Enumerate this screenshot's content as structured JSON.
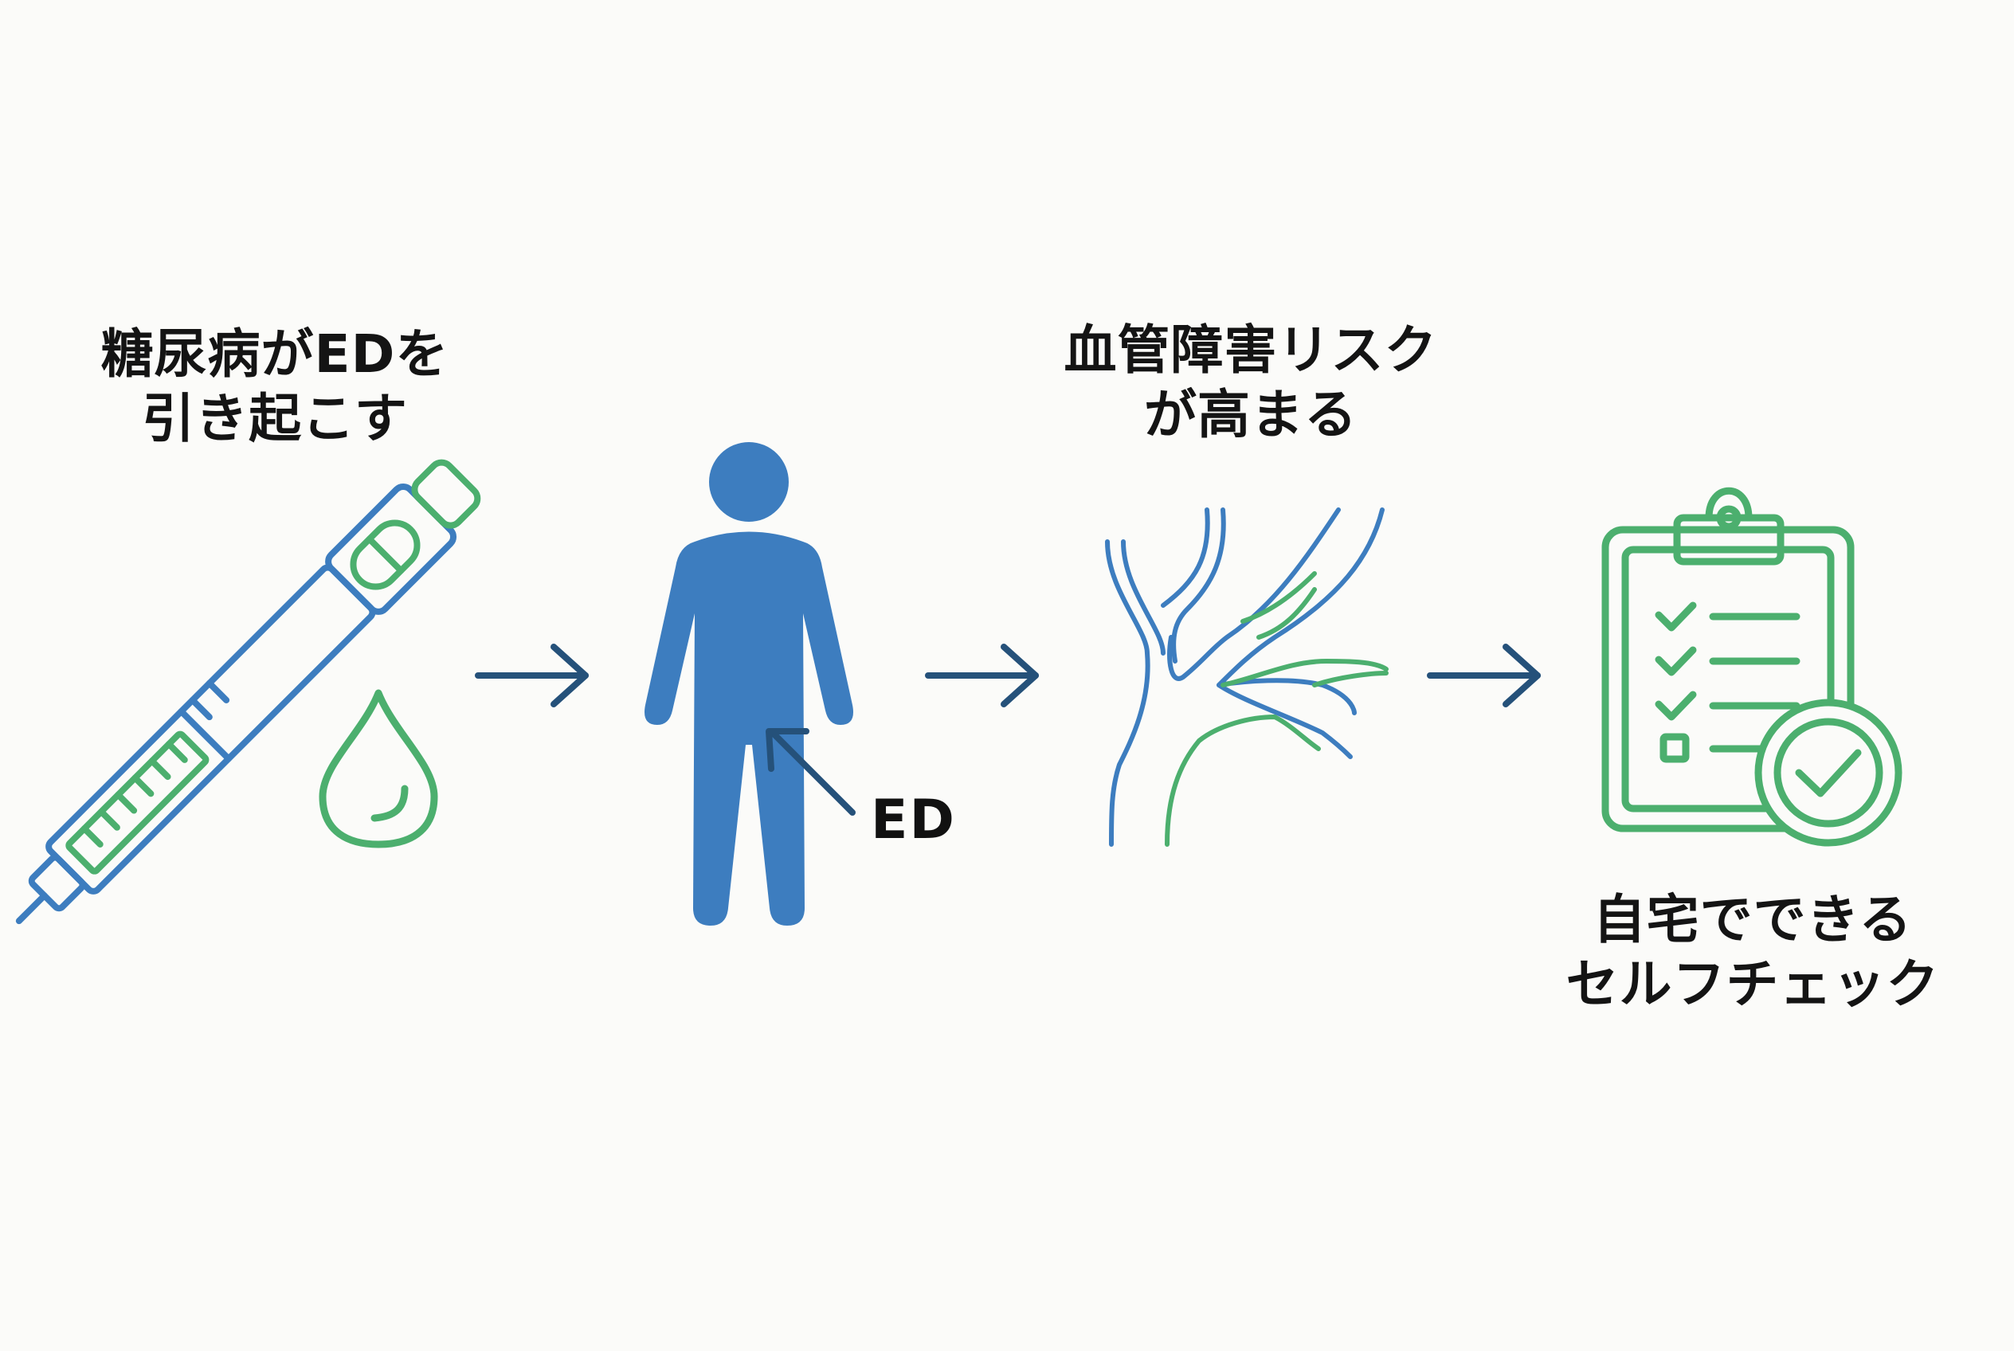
{
  "steps": {
    "diabetes": {
      "line1": "糖尿病がEDを",
      "line2": "引き起こす",
      "icon": "insulin-pen-icon"
    },
    "person": {
      "ed_label": "ED",
      "icon": "person-icon"
    },
    "vascular": {
      "line1": "血管障害リスク",
      "line2": "が高まる",
      "icon": "blood-vessel-icon"
    },
    "check": {
      "line1": "自宅でできる",
      "line2": "セルフチェック",
      "icon": "clipboard-check-icon"
    }
  },
  "colors": {
    "blue": "#3d7dbf",
    "green": "#4caf6e",
    "arrow": "#25517a",
    "text": "#141414",
    "background": "#fbfbf9"
  }
}
